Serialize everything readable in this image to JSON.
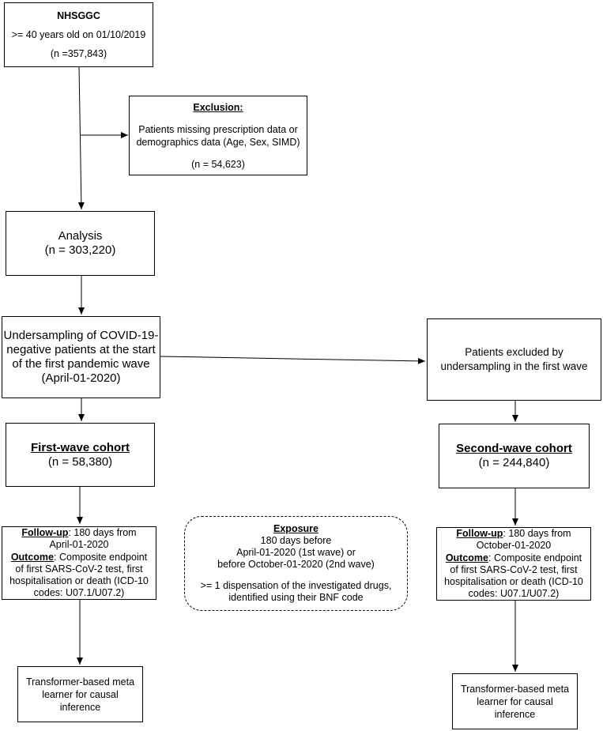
{
  "nodes": {
    "nhsggc": {
      "title": "NHSGGC",
      "criterion": ">= 40 years old on 01/10/2019",
      "count": "(n =357,843)"
    },
    "exclusion": {
      "title": "Exclusion:",
      "text_line1": "Patients missing prescription data or",
      "text_line2": "demographics data (Age, Sex, SIMD)",
      "count": "(n = 54,623)"
    },
    "analysis": {
      "title": "Analysis",
      "count": "(n = 303,220)"
    },
    "undersampling": {
      "line1": "Undersampling of COVID-19-",
      "line2": "negative patients at the start",
      "line3": "of the first pandemic wave",
      "line4": "(April-01-2020)"
    },
    "excluded_first_wave": {
      "line1": "Patients excluded by",
      "line2": "undersampling in the first wave"
    },
    "first_wave_cohort": {
      "title": "First-wave cohort",
      "count": "(n = 58,380)"
    },
    "second_wave_cohort": {
      "title": "Second-wave cohort",
      "count": "(n = 244,840)"
    },
    "followup_first": {
      "followup_label": "Follow-up",
      "followup_text1": ": 180 days from",
      "followup_text2": "April-01-2020",
      "outcome_label": "Outcome",
      "outcome_text1": ":  Composite endpoint",
      "outcome_text2": "of first SARS-CoV-2 test, first",
      "outcome_text3": "hospitalisation or death (ICD-10",
      "outcome_text4": "codes: U07.1/U07.2)"
    },
    "followup_second": {
      "followup_label": "Follow-up",
      "followup_text1": ": 180 days from",
      "followup_text2": "October-01-2020",
      "outcome_label": "Outcome",
      "outcome_text1": ":  Composite endpoint",
      "outcome_text2": "of first SARS-CoV-2 test, first",
      "outcome_text3": "hospitalisation or death (ICD-10",
      "outcome_text4": "codes: U07.1/U07.2)"
    },
    "exposure": {
      "title": "Exposure",
      "line1": "180 days before",
      "line2": "April-01-2020 (1st wave) or",
      "line3": "before October-01-2020 (2nd wave)",
      "line4": ">= 1 dispensation of the investigated drugs,",
      "line5": "identified using their BNF code"
    },
    "learner_first": {
      "line1": "Transformer-based meta",
      "line2": "learner for causal",
      "line3": "inference"
    },
    "learner_second": {
      "line1": "Transformer-based meta",
      "line2": "learner for causal",
      "line3": "inference"
    }
  },
  "colors": {
    "line": "#000000",
    "background": "#ffffff"
  }
}
